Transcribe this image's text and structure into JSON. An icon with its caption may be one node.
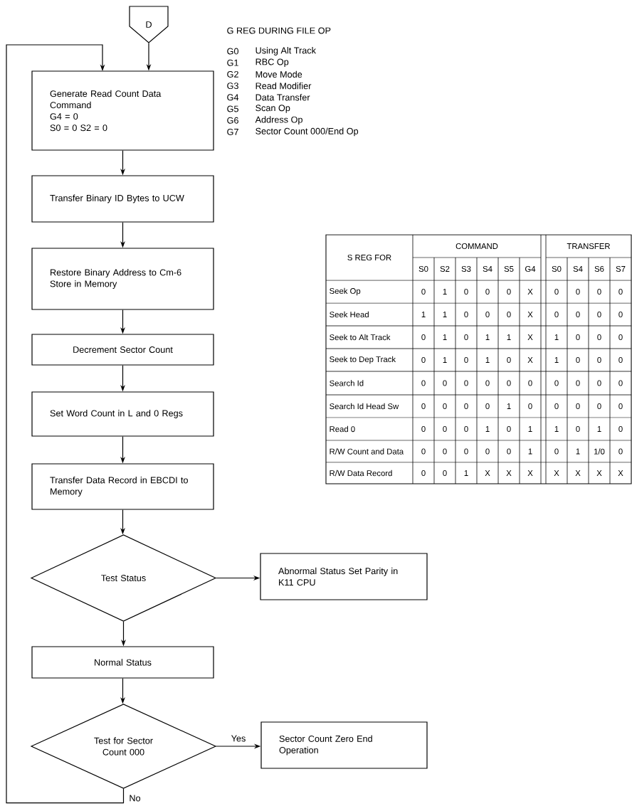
{
  "diagram": {
    "nodes": [
      {
        "text": [
          "D"
        ]
      },
      {
        "text": [
          "Generate Read Count Data Command",
          "G4 = 0",
          "S0 = 0 S2 = 0"
        ]
      },
      {
        "text": [
          "Transfer Binary ID Bytes to UCW"
        ]
      },
      {
        "text": [
          "Restore Binary Address to Cm-6",
          "Store in Memory"
        ]
      },
      {
        "text": [
          "Decrement Sector Count"
        ]
      },
      {
        "text": [
          "Set Word Count in L and 0 Regs"
        ]
      },
      {
        "text": [
          "Transfer Data Record in EBCDI to Memory"
        ]
      },
      {
        "text": [
          "Test Status"
        ]
      },
      {
        "text": [
          "Abnormal Status Set Parity in K11 CPU"
        ]
      },
      {
        "text": [
          "Normal Status"
        ]
      },
      {
        "text": [
          "Test for Sector Count 000"
        ]
      },
      {
        "text": [
          "Sector Count Zero End Operation"
        ]
      }
    ],
    "edges": [
      {
        "from": 0,
        "to": 1,
        "arrow": "to"
      },
      {
        "from": 1,
        "to": 2,
        "arrow": "to"
      },
      {
        "from": 2,
        "to": 3,
        "arrow": "to"
      },
      {
        "from": 3,
        "to": 4,
        "arrow": "to"
      },
      {
        "from": 4,
        "to": 5,
        "arrow": "to"
      },
      {
        "from": 5,
        "to": 6,
        "arrow": "to"
      },
      {
        "from": 6,
        "to": 7,
        "arrow": "to"
      },
      {
        "from": 7,
        "to": 8,
        "arrow": "to"
      },
      {
        "from": 7,
        "to": 9,
        "arrow": "to"
      },
      {
        "from": 9,
        "to": 10,
        "arrow": "to"
      },
      {
        "from": 10,
        "to": 11,
        "arrow": "to",
        "label": "Yes"
      },
      {
        "from": 10,
        "to": 1,
        "arrow": "to",
        "label": "No"
      }
    ],
    "labels": [
      "G REG DURING FILE OP",
      "G0",
      "Using Alt Track",
      "G1",
      "RBC Op",
      "G2",
      "Move Mode",
      "G3",
      "Read Modifier",
      "G4",
      "Data Transfer",
      "G5",
      "Scan Op",
      "G6",
      "Address Op",
      "G7",
      "Sector Count 000/End Op",
      "S REG FOR",
      "COMMAND",
      "TRANSFER",
      "S0",
      "S2",
      "S3",
      "S4",
      "S5",
      "G4",
      "S0",
      "S4",
      "S6",
      "S7",
      "Seek Op",
      "0",
      "1",
      "0",
      "0",
      "0",
      "X",
      "0",
      "0",
      "0",
      "0",
      "Seek Head",
      "1",
      "1",
      "0",
      "0",
      "0",
      "X",
      "0",
      "0",
      "0",
      "0",
      "Seek to Alt Track",
      "0",
      "1",
      "0",
      "1",
      "1",
      "X",
      "1",
      "0",
      "0",
      "0",
      "Seek to Dep Track",
      "0",
      "1",
      "0",
      "1",
      "0",
      "X",
      "1",
      "0",
      "0",
      "0",
      "Search Id",
      "0",
      "0",
      "0",
      "0",
      "0",
      "0",
      "0",
      "0",
      "0",
      "0",
      "Search Id Head Sw",
      "0",
      "0",
      "0",
      "0",
      "1",
      "0",
      "0",
      "0",
      "0",
      "0",
      "Read 0",
      "0",
      "0",
      "0",
      "1",
      "0",
      "1",
      "1",
      "0",
      "1",
      "0",
      "R/W Count and Data",
      "0",
      "0",
      "0",
      "0",
      "0",
      "1",
      "0",
      "1",
      "1/0",
      "0",
      "R/W Data Record",
      "0",
      "0",
      "1",
      "X",
      "X",
      "X",
      "X",
      "X",
      "X",
      "X"
    ]
  }
}
